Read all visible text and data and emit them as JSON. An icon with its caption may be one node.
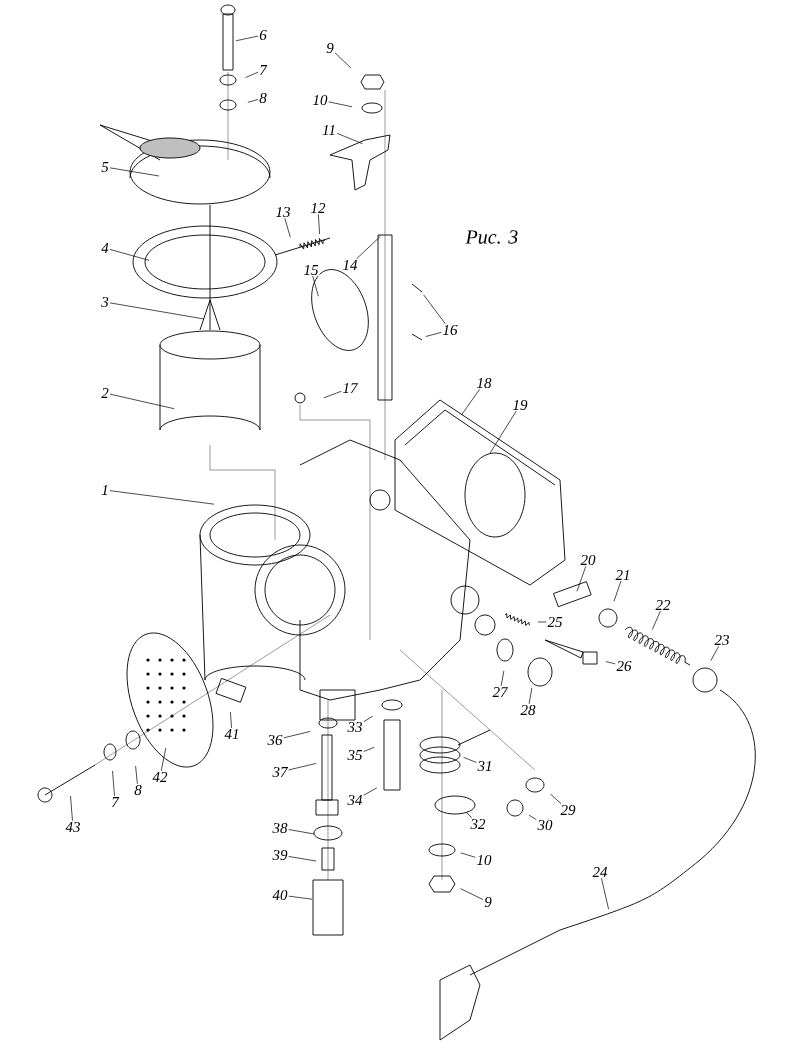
{
  "diagram": {
    "caption": "Рис. 3",
    "nodes": [
      {
        "text": [
          "6"
        ]
      },
      {
        "text": [
          "7"
        ]
      },
      {
        "text": [
          "8"
        ]
      },
      {
        "text": [
          "9"
        ]
      },
      {
        "text": [
          "10"
        ]
      },
      {
        "text": [
          "11"
        ]
      },
      {
        "text": [
          "5"
        ]
      },
      {
        "text": [
          "13"
        ]
      },
      {
        "text": [
          "12"
        ]
      },
      {
        "text": [
          "4"
        ]
      },
      {
        "text": [
          "14"
        ]
      },
      {
        "text": [
          "15"
        ]
      },
      {
        "text": [
          "16"
        ]
      },
      {
        "text": [
          "3"
        ]
      },
      {
        "text": [
          "17"
        ]
      },
      {
        "text": [
          "18"
        ]
      },
      {
        "text": [
          "19"
        ]
      },
      {
        "text": [
          "2"
        ]
      },
      {
        "text": [
          "1"
        ]
      },
      {
        "text": [
          "20"
        ]
      },
      {
        "text": [
          "21"
        ]
      },
      {
        "text": [
          "22"
        ]
      },
      {
        "text": [
          "25"
        ]
      },
      {
        "text": [
          "23"
        ]
      },
      {
        "text": [
          "26"
        ]
      },
      {
        "text": [
          "27"
        ]
      },
      {
        "text": [
          "28"
        ]
      },
      {
        "text": [
          "33"
        ]
      },
      {
        "text": [
          "41"
        ]
      },
      {
        "text": [
          "36"
        ]
      },
      {
        "text": [
          "35"
        ]
      },
      {
        "text": [
          "31"
        ]
      },
      {
        "text": [
          "37"
        ]
      },
      {
        "text": [
          "42"
        ]
      },
      {
        "text": [
          "8"
        ]
      },
      {
        "text": [
          "7"
        ]
      },
      {
        "text": [
          "34"
        ]
      },
      {
        "text": [
          "29"
        ]
      },
      {
        "text": [
          "32"
        ]
      },
      {
        "text": [
          "30"
        ]
      },
      {
        "text": [
          "43"
        ]
      },
      {
        "text": [
          "38"
        ]
      },
      {
        "text": [
          "39"
        ]
      },
      {
        "text": [
          "10"
        ]
      },
      {
        "text": [
          "24"
        ]
      },
      {
        "text": [
          "40"
        ]
      },
      {
        "text": [
          "9"
        ]
      }
    ],
    "edges": [
      {
        "from": 0,
        "to": null,
        "arrow": "none"
      },
      {
        "from": 1,
        "to": null,
        "arrow": "none"
      },
      {
        "from": 2,
        "to": null,
        "arrow": "none"
      },
      {
        "from": 3,
        "to": null,
        "arrow": "none"
      },
      {
        "from": 4,
        "to": null,
        "arrow": "none"
      },
      {
        "from": 5,
        "to": null,
        "arrow": "none"
      },
      {
        "from": 6,
        "to": null,
        "arrow": "none"
      },
      {
        "from": 7,
        "to": null,
        "arrow": "none"
      },
      {
        "from": 8,
        "to": null,
        "arrow": "none"
      },
      {
        "from": 9,
        "to": null,
        "arrow": "none"
      },
      {
        "from": 10,
        "to": null,
        "arrow": "none"
      },
      {
        "from": 11,
        "to": null,
        "arrow": "none"
      },
      {
        "from": 12,
        "to": null,
        "arrow": "none"
      },
      {
        "from": 12,
        "to": null,
        "arrow": "none"
      },
      {
        "from": 13,
        "to": null,
        "arrow": "none"
      },
      {
        "from": 14,
        "to": null,
        "arrow": "none"
      },
      {
        "from": 15,
        "to": null,
        "arrow": "none"
      },
      {
        "from": 16,
        "to": null,
        "arrow": "none"
      },
      {
        "from": 17,
        "to": null,
        "arrow": "none"
      },
      {
        "from": 18,
        "to": null,
        "arrow": "none"
      },
      {
        "from": 19,
        "to": null,
        "arrow": "none"
      },
      {
        "from": 20,
        "to": null,
        "arrow": "none"
      },
      {
        "from": 21,
        "to": null,
        "arrow": "none"
      },
      {
        "from": 22,
        "to": null,
        "arrow": "none"
      },
      {
        "from": 23,
        "to": null,
        "arrow": "none"
      },
      {
        "from": 24,
        "to": null,
        "arrow": "none"
      },
      {
        "from": 25,
        "to": null,
        "arrow": "none"
      },
      {
        "from": 26,
        "to": null,
        "arrow": "none"
      },
      {
        "from": 27,
        "to": null,
        "arrow": "none"
      },
      {
        "from": 28,
        "to": null,
        "arrow": "none"
      },
      {
        "from": 29,
        "to": null,
        "arrow": "none"
      },
      {
        "from": 30,
        "to": null,
        "arrow": "none"
      },
      {
        "from": 31,
        "to": null,
        "arrow": "none"
      },
      {
        "from": 32,
        "to": null,
        "arrow": "none"
      },
      {
        "from": 33,
        "to": null,
        "arrow": "none"
      },
      {
        "from": 34,
        "to": null,
        "arrow": "none"
      },
      {
        "from": 35,
        "to": null,
        "arrow": "none"
      },
      {
        "from": 36,
        "to": null,
        "arrow": "none"
      },
      {
        "from": 37,
        "to": null,
        "arrow": "none"
      },
      {
        "from": 38,
        "to": null,
        "arrow": "none"
      },
      {
        "from": 39,
        "to": null,
        "arrow": "none"
      },
      {
        "from": 40,
        "to": null,
        "arrow": "none"
      },
      {
        "from": 41,
        "to": null,
        "arrow": "none"
      },
      {
        "from": 42,
        "to": null,
        "arrow": "none"
      },
      {
        "from": 43,
        "to": null,
        "arrow": "none"
      },
      {
        "from": 44,
        "to": null,
        "arrow": "none"
      },
      {
        "from": 45,
        "to": null,
        "arrow": "none"
      },
      {
        "from": 46,
        "to": null,
        "arrow": "none"
      }
    ]
  }
}
